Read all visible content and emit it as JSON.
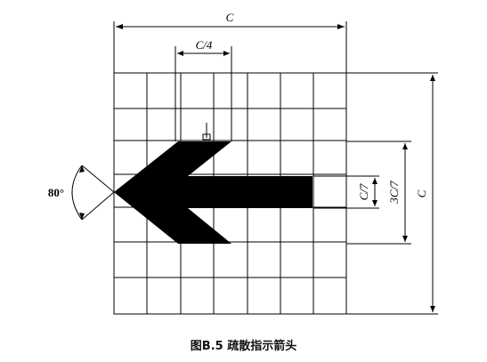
{
  "labels": {
    "width_top": "C",
    "quarter": "C/4",
    "seventh": "C/7",
    "three_sevenths": "3C/7",
    "height_right": "C",
    "angle": "80°"
  },
  "caption": "图B.5  疏散指示箭头"
}
